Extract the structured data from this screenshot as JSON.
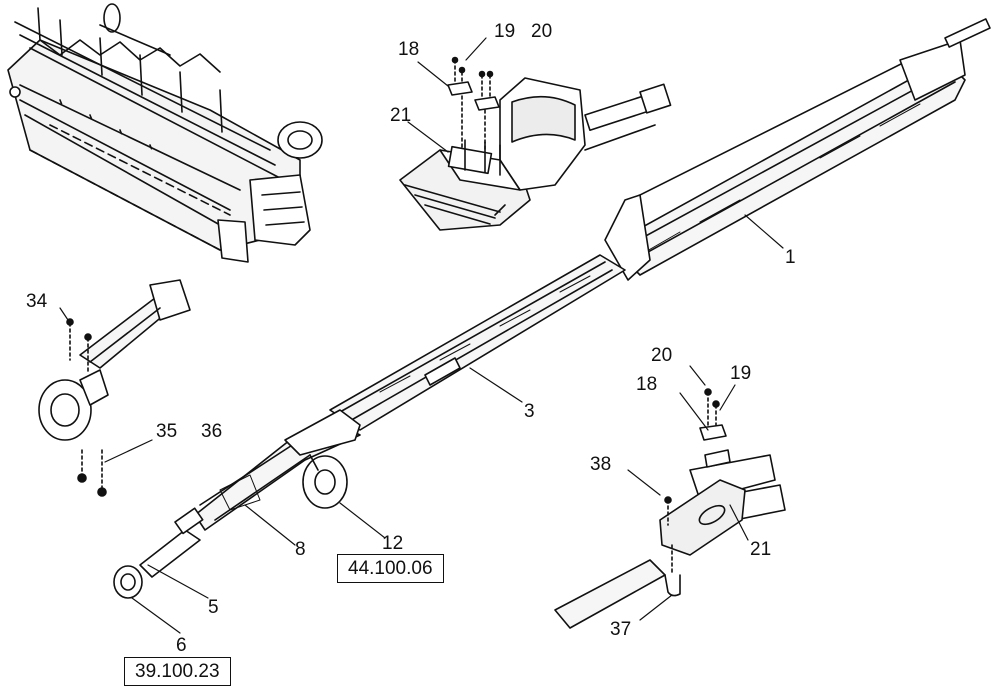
{
  "callouts": {
    "c1": "1",
    "c3": "3",
    "c5": "5",
    "c6": "6",
    "c8": "8",
    "c12": "12",
    "c18a": "18",
    "c19a": "19",
    "c20a": "20",
    "c21a": "21",
    "c34": "34",
    "c35": "35",
    "c36": "36",
    "c20b": "20",
    "c19b": "19",
    "c18b": "18",
    "c38": "38",
    "c21b": "21",
    "c37": "37"
  },
  "references": {
    "ref_wheel": "44.100.06",
    "ref_end": "39.100.23"
  }
}
